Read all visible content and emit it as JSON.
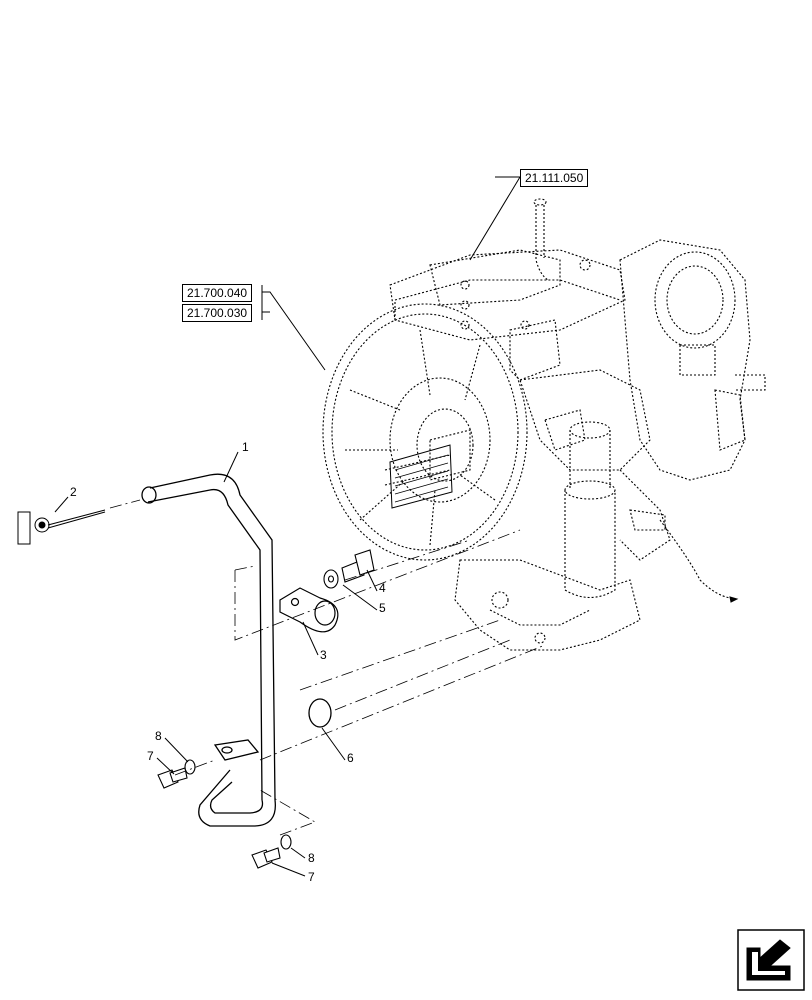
{
  "references": [
    {
      "id": "ref-top",
      "label": "21.111.050"
    },
    {
      "id": "ref-a",
      "label": "21.700.040"
    },
    {
      "id": "ref-b",
      "label": "21.700.030"
    }
  ],
  "callouts": [
    "1",
    "2",
    "3",
    "4",
    "5",
    "6",
    "7",
    "8",
    "7",
    "8"
  ],
  "nav": {
    "icon": "previous-page-arrow-icon"
  }
}
